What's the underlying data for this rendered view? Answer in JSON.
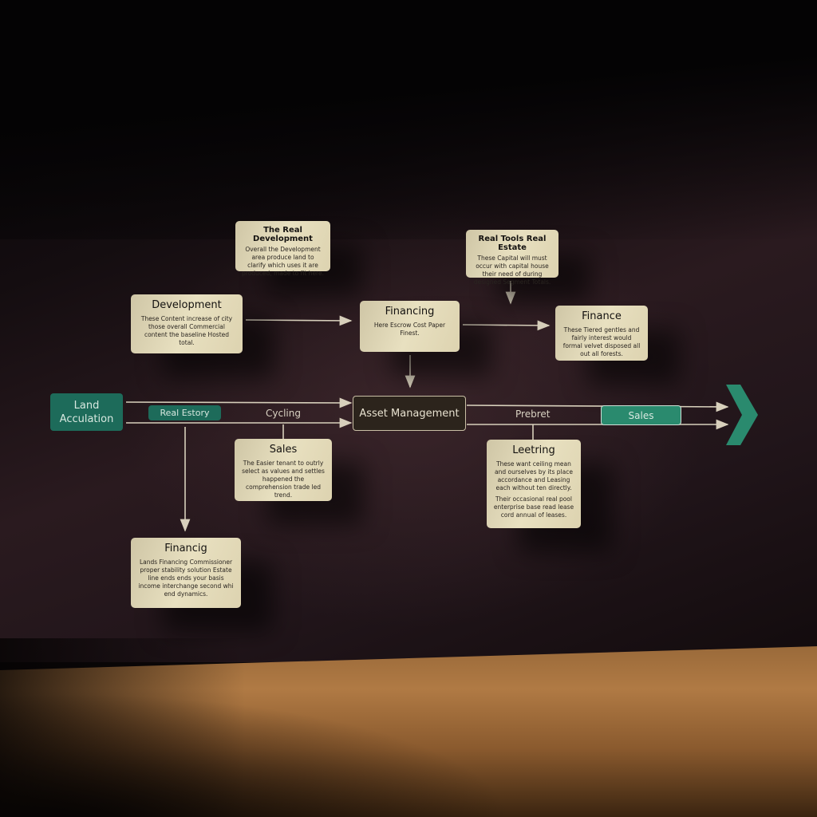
{
  "cards": {
    "real_estate_note": {
      "title": "The Real Development",
      "body": "Overall the Development area produce land to clarify which uses it are produced, made to fit here."
    },
    "development": {
      "title": "Development",
      "body": "These Content increase of city those overall Commercial content the baseline Hosted total."
    },
    "financing": {
      "title": "Financing",
      "body": "Here Escrow Cost Paper Finest."
    },
    "real_tools_note": {
      "title": "Real Tools Real Estate",
      "body": "These Capital will must occur with capital house their need of during designed Segment Totals."
    },
    "finance": {
      "title": "Finance",
      "body": "These Tiered gentles and fairly interest would formal velvet disposed all out all forests."
    },
    "sales": {
      "title": "Sales",
      "body": "The Easier tenant to outrly select as values and settles happened the comprehension trade led trend."
    },
    "leetring": {
      "title": "Leetring",
      "bullets": [
        "These want ceiling mean and ourselves by its place accordance and Leasing each without ten directly.",
        "Their occasional real pool enterprise base read lease cord annual of leases."
      ]
    },
    "financig": {
      "title": "Financig",
      "body": "Lands Financing Commissioner proper stability solution Estate line ends ends your basis income interchange second whi end dynamics."
    }
  },
  "flow": {
    "land_acquisition": "Land Acculation",
    "real_estate_pill": "Real Estory",
    "cycling_label": "Cycling",
    "asset_management": "Asset Management",
    "prebret_label": "Prebret",
    "sales_pill": "Sales"
  },
  "colors": {
    "accent_green": "#1d6b5a",
    "card": "#e3dabb",
    "line": "#d8d0bc"
  }
}
